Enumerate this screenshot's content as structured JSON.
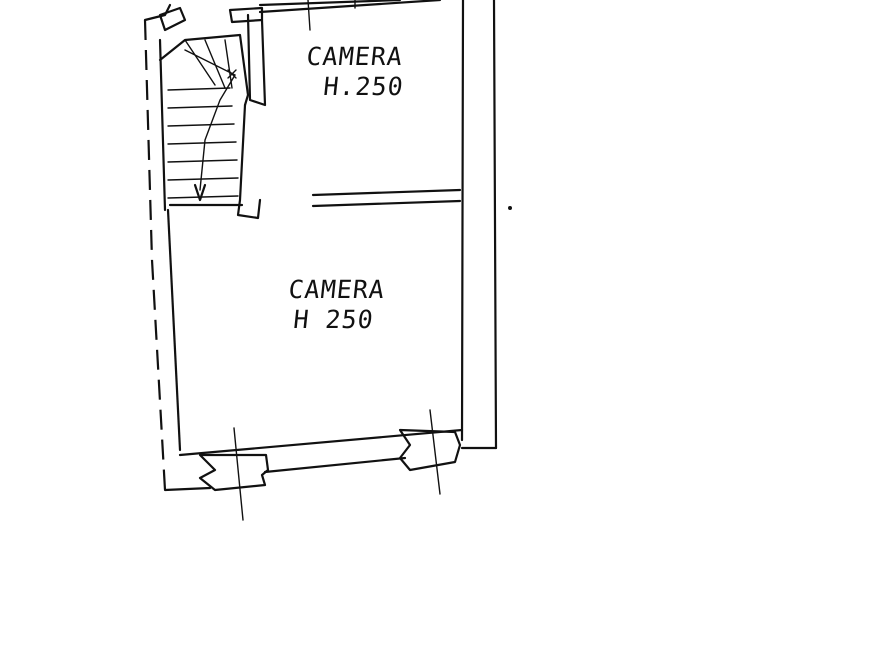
{
  "rooms": [
    {
      "name": "CAMERA",
      "height": "H.250"
    },
    {
      "name": "CAMERA",
      "height": "H 250"
    }
  ],
  "colors": {
    "ink": "#111111",
    "paper": "#ffffff"
  }
}
